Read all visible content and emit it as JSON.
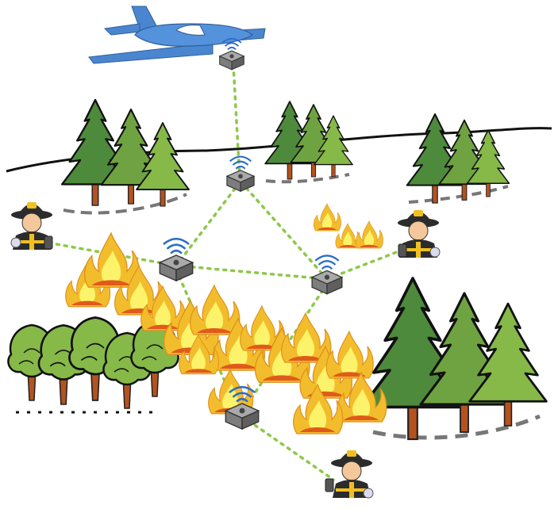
{
  "scene": {
    "elements": [
      {
        "id": "aircraft",
        "kind": "airplane",
        "icon": "airplane-icon",
        "color": "#4a86d0"
      },
      {
        "id": "node-aircraft",
        "kind": "wireless-sensor-node",
        "icon": "wifi-icon"
      },
      {
        "id": "node-ridge",
        "kind": "wireless-sensor-node",
        "icon": "wifi-icon"
      },
      {
        "id": "node-left",
        "kind": "wireless-sensor-node",
        "icon": "wifi-icon"
      },
      {
        "id": "node-right",
        "kind": "wireless-sensor-node",
        "icon": "wifi-icon"
      },
      {
        "id": "node-bottom",
        "kind": "wireless-sensor-node",
        "icon": "wifi-icon"
      },
      {
        "id": "firefighter-left",
        "kind": "firefighter",
        "icon": "firefighter-icon"
      },
      {
        "id": "firefighter-right",
        "kind": "firefighter",
        "icon": "firefighter-icon"
      },
      {
        "id": "firefighter-bottom",
        "kind": "firefighter",
        "icon": "firefighter-icon"
      }
    ],
    "links": [
      {
        "from": "node-aircraft",
        "to": "node-ridge"
      },
      {
        "from": "node-ridge",
        "to": "node-left"
      },
      {
        "from": "node-ridge",
        "to": "node-right"
      },
      {
        "from": "node-left",
        "to": "node-right"
      },
      {
        "from": "node-left",
        "to": "firefighter-left"
      },
      {
        "from": "node-right",
        "to": "firefighter-right"
      },
      {
        "from": "node-left",
        "to": "node-bottom"
      },
      {
        "from": "node-right",
        "to": "node-bottom"
      },
      {
        "from": "node-bottom",
        "to": "firefighter-bottom"
      }
    ],
    "colors": {
      "link": "#8dc84a",
      "tree_dark": "#4e8a3c",
      "tree_light": "#86b948",
      "trunk": "#b4531f",
      "fire_outer": "#f2bd2c",
      "fire_inner": "#fdf36a",
      "fire_base": "#e05a1c",
      "node_body": "#7d7d7d",
      "wifi": "#2a6ecb",
      "firefighter_coat": "#2c2c2c",
      "firefighter_stripe": "#f0c020"
    }
  }
}
